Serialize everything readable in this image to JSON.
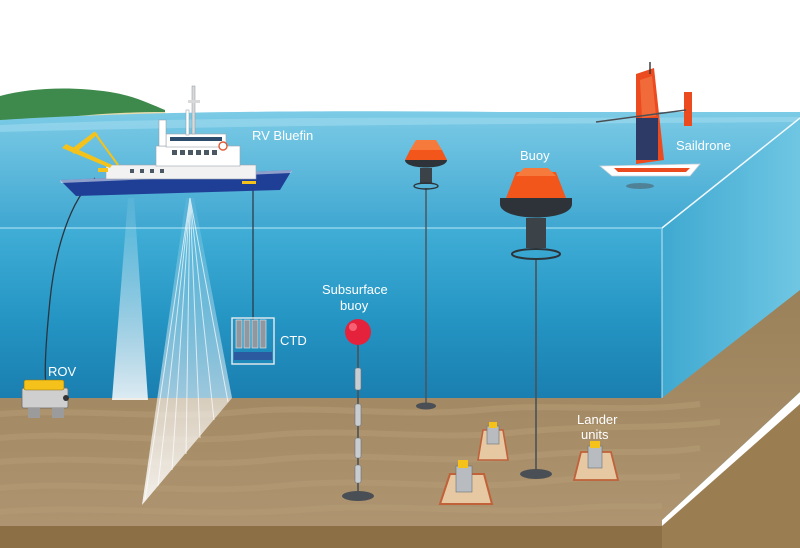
{
  "labels": {
    "ship": "RV Bluefin",
    "rov": "ROV",
    "ctd": "CTD",
    "subsurface_line1": "Subsurface",
    "subsurface_line2": "buoy",
    "buoy": "Buoy",
    "saildrone": "Saildrone",
    "lander_line1": "Lander",
    "lander_line2": "units"
  },
  "colors": {
    "sky": "#ffffff",
    "ocean_surface": "#3aa6cf",
    "ocean_deep": "#1d86b5",
    "seafloor": "#a48a63",
    "land": "#3e8a4c",
    "hull": "#1f3f97",
    "buoy_orange": "#f2561b",
    "saildrone_red": "#ec4a1f",
    "subsurface_buoy": "#e4223b"
  },
  "icons": [
    "ship-icon",
    "rov-icon",
    "ctd-rosette-icon",
    "subsurface-buoy-icon",
    "surface-buoy-icon",
    "saildrone-icon",
    "lander-icon"
  ]
}
